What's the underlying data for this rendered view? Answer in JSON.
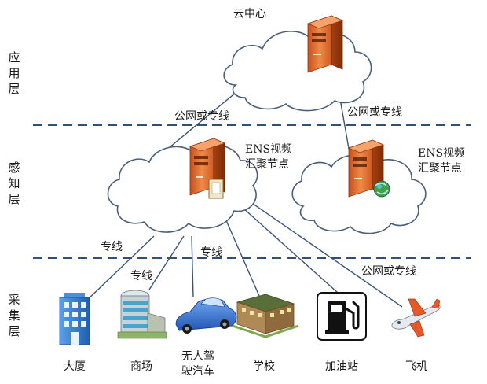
{
  "layers": {
    "application": [
      "应",
      "用",
      "层"
    ],
    "perception": [
      "感",
      "知",
      "层"
    ],
    "collection": [
      "采",
      "集",
      "层"
    ]
  },
  "cloud_center": {
    "label": "云中心"
  },
  "ens_nodes": [
    {
      "line1": "ENS视频",
      "line2": "汇聚节点"
    },
    {
      "line1": "ENS视频",
      "line2": "汇聚节点"
    }
  ],
  "link_labels": {
    "left_upper": "公网或专线",
    "right_upper": "公网或专线",
    "dedicated_1": "专线",
    "dedicated_2": "专线",
    "dedicated_3": "专线",
    "public_lower": "公网或专线"
  },
  "devices": [
    {
      "label": "大厦",
      "icon": "building-icon"
    },
    {
      "label": "商场",
      "icon": "mall-icon"
    },
    {
      "label_line1": "无人驾",
      "label_line2": "驶汽车",
      "icon": "car-icon"
    },
    {
      "label": "学校",
      "icon": "school-icon"
    },
    {
      "label": "加油站",
      "icon": "gas-station-icon"
    },
    {
      "label": "飞机",
      "icon": "airplane-icon"
    }
  ],
  "colors": {
    "server": "#e0682a",
    "dash_line": "#2f5078",
    "link_line": "#3a5378",
    "building": "#2e74c9"
  }
}
